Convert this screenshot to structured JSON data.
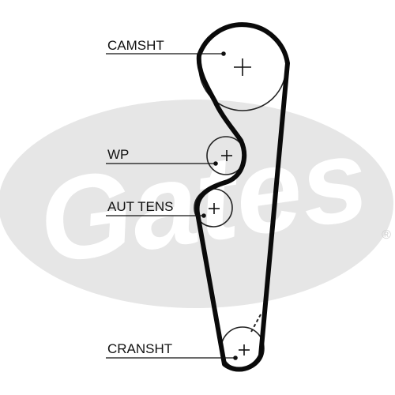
{
  "diagram": {
    "labels": {
      "camshaft": "CAMSHT",
      "water_pump": "WP",
      "auto_tensioner": "AUT TENS",
      "crankshaft": "CRANSHT"
    },
    "watermark": {
      "word": "Gates",
      "registered": "®"
    },
    "colors": {
      "belt": "#0a0a0a",
      "pulley": "#222222",
      "watermark_fill": "#e6e6e6",
      "watermark_text": "#ffffff"
    }
  }
}
